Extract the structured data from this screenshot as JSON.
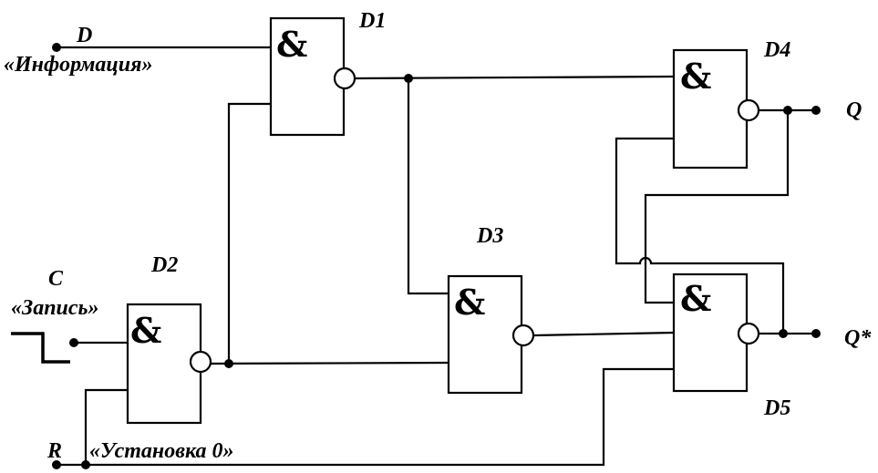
{
  "gates": {
    "d1": {
      "label": "D1",
      "symbol": "&"
    },
    "d2": {
      "label": "D2",
      "symbol": "&"
    },
    "d3": {
      "label": "D3",
      "symbol": "&"
    },
    "d4": {
      "label": "D4",
      "symbol": "&"
    },
    "d5": {
      "label": "D5",
      "symbol": "&"
    }
  },
  "inputs": {
    "d": {
      "name": "D",
      "caption": "«Информация»"
    },
    "c": {
      "name": "C",
      "caption": "«Запись»"
    },
    "r": {
      "name": "R",
      "caption": "«Установка 0»"
    }
  },
  "outputs": {
    "q": {
      "name": "Q"
    },
    "q_star": {
      "name": "Q*"
    }
  }
}
